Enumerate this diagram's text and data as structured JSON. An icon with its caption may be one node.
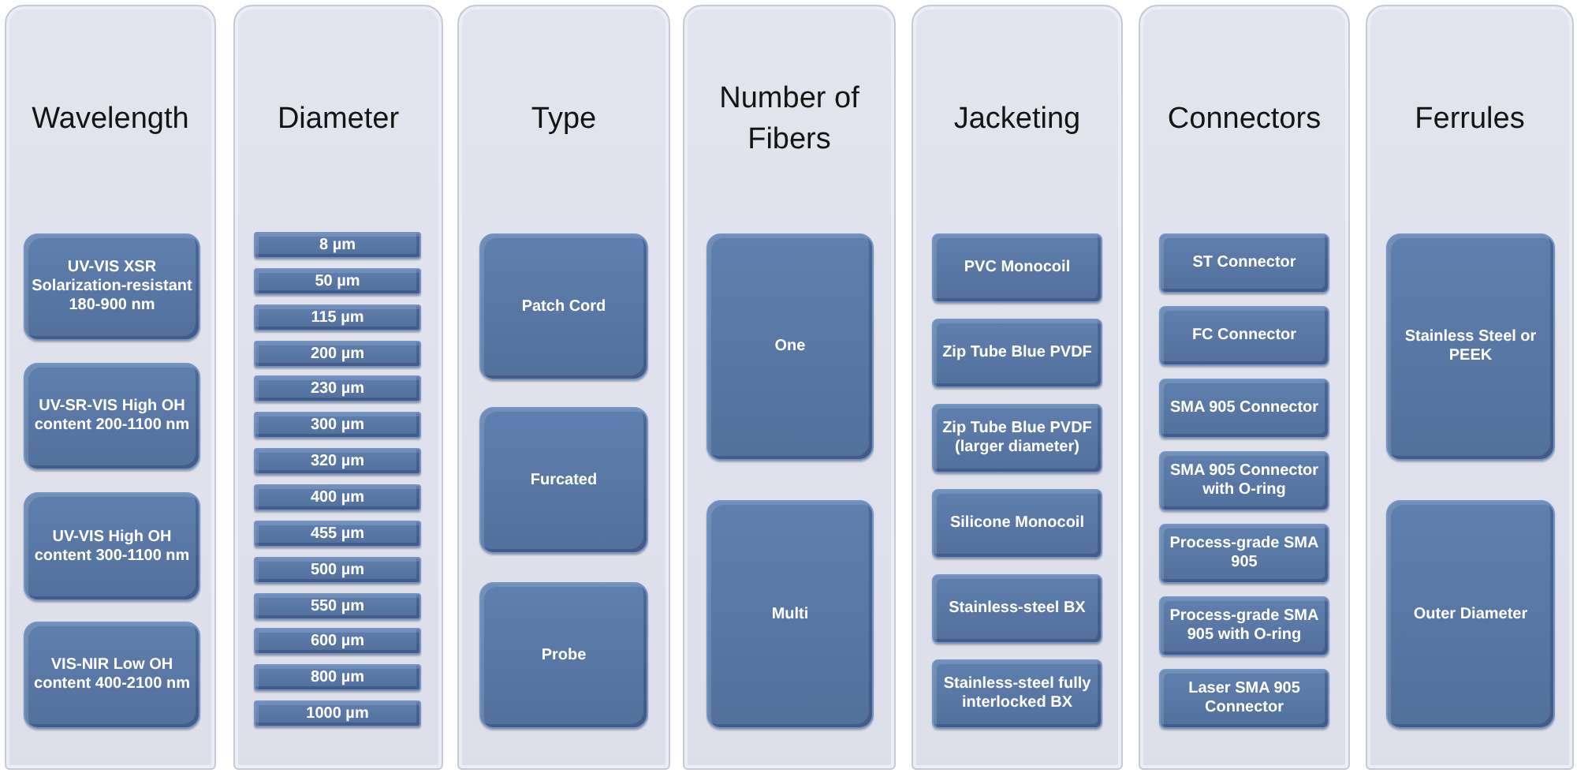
{
  "diagram": {
    "nodes": [
      {
        "text": [
          "Wavelength"
        ]
      },
      {
        "text": [
          "UV-VIS XSR Solarization-resistant 180-900 nm"
        ],
        "in": 0
      },
      {
        "text": [
          "UV-SR-VIS High OH content 200-1100 nm"
        ],
        "in": 0
      },
      {
        "text": [
          "UV-VIS High OH content 300-1100 nm"
        ],
        "in": 0
      },
      {
        "text": [
          "VIS-NIR Low OH content 400-2100 nm"
        ],
        "in": 0
      },
      {
        "text": [
          "Diameter"
        ]
      },
      {
        "text": [
          "8 µm"
        ],
        "in": 5
      },
      {
        "text": [
          "50 µm"
        ],
        "in": 5
      },
      {
        "text": [
          "115 µm"
        ],
        "in": 5
      },
      {
        "text": [
          "200 µm"
        ],
        "in": 5
      },
      {
        "text": [
          "230 µm"
        ],
        "in": 5
      },
      {
        "text": [
          "300 µm"
        ],
        "in": 5
      },
      {
        "text": [
          "320 µm"
        ],
        "in": 5
      },
      {
        "text": [
          "400 µm"
        ],
        "in": 5
      },
      {
        "text": [
          "455 µm"
        ],
        "in": 5
      },
      {
        "text": [
          "500 µm"
        ],
        "in": 5
      },
      {
        "text": [
          "550 µm"
        ],
        "in": 5
      },
      {
        "text": [
          "600 µm"
        ],
        "in": 5
      },
      {
        "text": [
          "800 µm"
        ],
        "in": 5
      },
      {
        "text": [
          "1000 µm"
        ],
        "in": 5
      },
      {
        "text": [
          "Type"
        ]
      },
      {
        "text": [
          "Patch Cord"
        ],
        "in": 20
      },
      {
        "text": [
          "Furcated"
        ],
        "in": 20
      },
      {
        "text": [
          "Probe"
        ],
        "in": 20
      },
      {
        "text": [
          "Number of Fibers"
        ]
      },
      {
        "text": [
          "One"
        ],
        "in": 24
      },
      {
        "text": [
          "Multi"
        ],
        "in": 24
      },
      {
        "text": [
          "Jacketing"
        ]
      },
      {
        "text": [
          "PVC Monocoil"
        ],
        "in": 27
      },
      {
        "text": [
          "Zip Tube Blue PVDF"
        ],
        "in": 27
      },
      {
        "text": [
          "Zip Tube Blue PVDF (larger diameter)"
        ],
        "in": 27
      },
      {
        "text": [
          "Silicone Monocoil"
        ],
        "in": 27
      },
      {
        "text": [
          "Stainless-steel BX"
        ],
        "in": 27
      },
      {
        "text": [
          "Stainless-steel fully interlocked BX"
        ],
        "in": 27
      },
      {
        "text": [
          "Connectors"
        ]
      },
      {
        "text": [
          "ST Connector"
        ],
        "in": 34
      },
      {
        "text": [
          "FC Connector"
        ],
        "in": 34
      },
      {
        "text": [
          "SMA 905 Connector"
        ],
        "in": 34
      },
      {
        "text": [
          "SMA 905 Connector with O-ring"
        ],
        "in": 34
      },
      {
        "text": [
          "Process-grade SMA 905"
        ],
        "in": 34
      },
      {
        "text": [
          "Process-grade SMA 905 with O-ring"
        ],
        "in": 34
      },
      {
        "text": [
          "Laser SMA 905 Connector"
        ],
        "in": 34
      },
      {
        "text": [
          "Ferrules"
        ]
      },
      {
        "text": [
          "Stainless Steel or PEEK"
        ],
        "in": 42
      },
      {
        "text": [
          "Outer Diameter"
        ],
        "in": 42
      }
    ]
  }
}
